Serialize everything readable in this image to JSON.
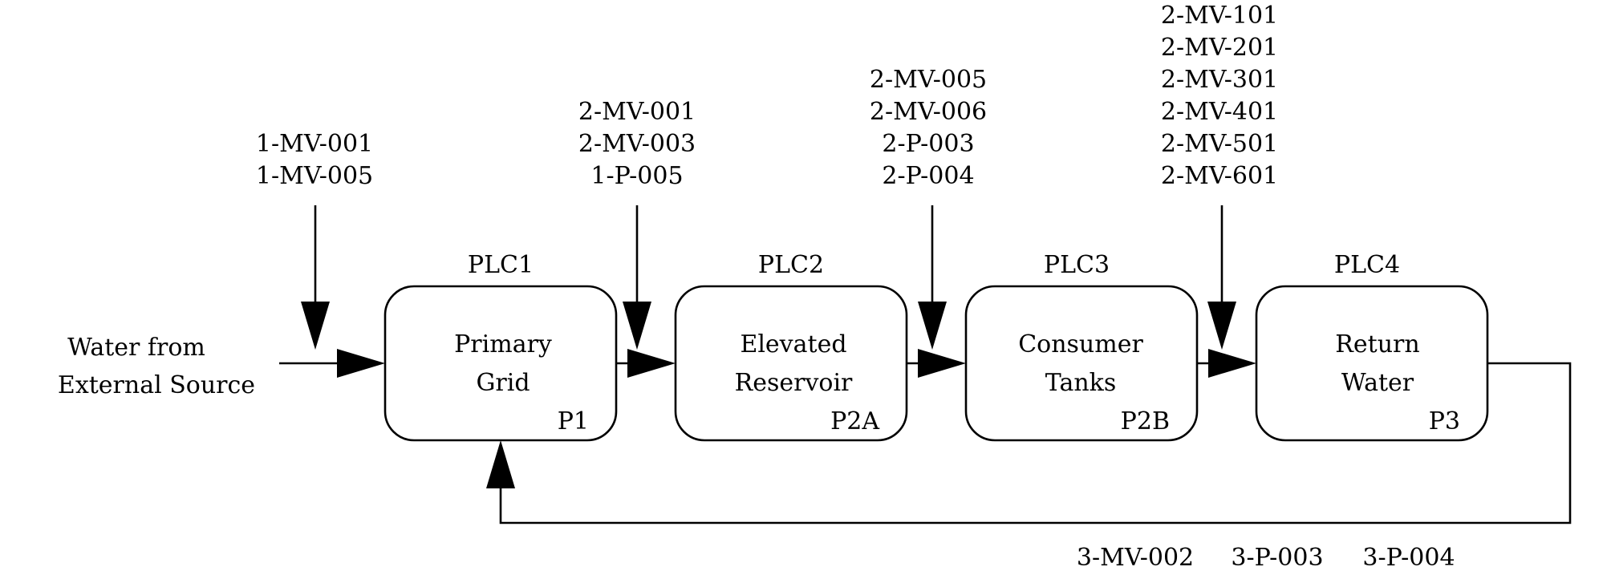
{
  "source": {
    "line1": "Water from",
    "line2": "External Source"
  },
  "stages": [
    {
      "plc": "PLC1",
      "line1": "Primary",
      "line2": "Grid",
      "process": "P1"
    },
    {
      "plc": "PLC2",
      "line1": "Elevated",
      "line2": "Reservoir",
      "process": "P2A"
    },
    {
      "plc": "PLC3",
      "line1": "Consumer",
      "line2": "Tanks",
      "process": "P2B"
    },
    {
      "plc": "PLC4",
      "line1": "Return",
      "line2": "Water",
      "process": "P3"
    }
  ],
  "inputs": [
    {
      "labels": [
        "1-MV-001",
        "1-MV-005"
      ]
    },
    {
      "labels": [
        "2-MV-001",
        "2-MV-003",
        "1-P-005"
      ]
    },
    {
      "labels": [
        "2-MV-005",
        "2-MV-006",
        "2-P-003",
        "2-P-004"
      ]
    },
    {
      "labels": [
        "2-MV-101",
        "2-MV-201",
        "2-MV-301",
        "2-MV-401",
        "2-MV-501",
        "2-MV-601"
      ]
    }
  ],
  "return_loop": {
    "labels": [
      "3-MV-002",
      "3-P-003",
      "3-P-004"
    ]
  }
}
